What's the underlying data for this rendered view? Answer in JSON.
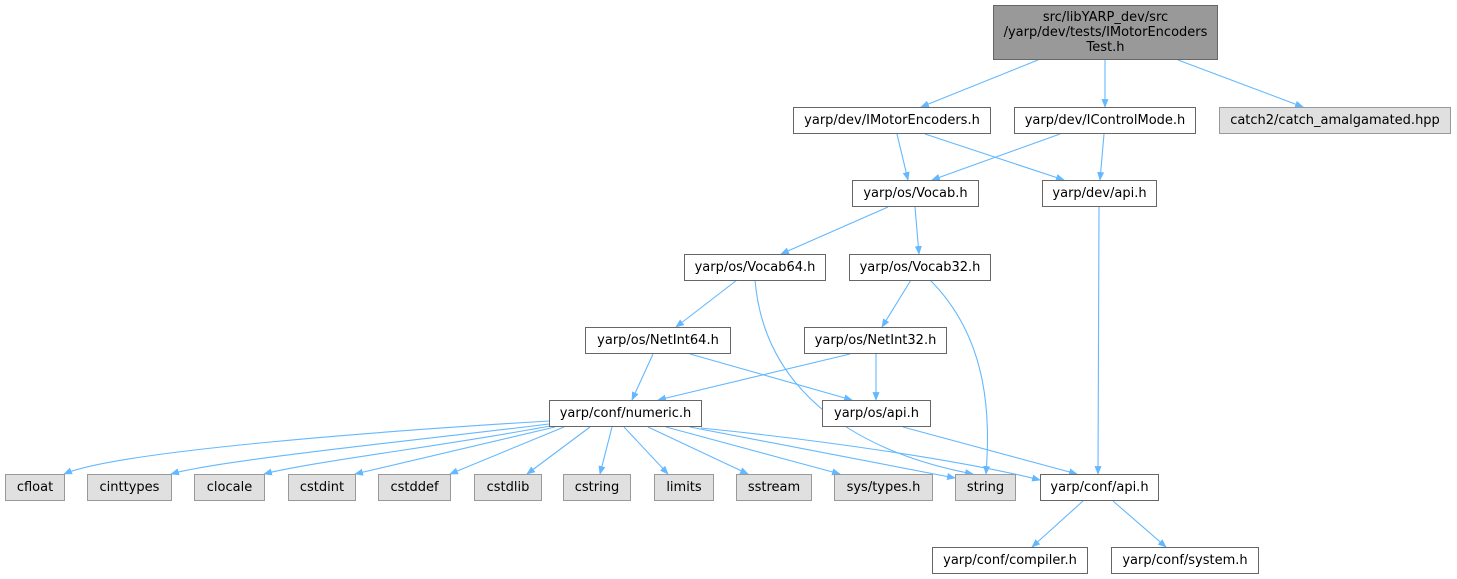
{
  "diagram": {
    "colors": {
      "root_fill": "#999999",
      "root_stroke": "#666666",
      "header_fill": "#ffffff",
      "header_stroke": "#666666",
      "system_fill": "#e0e0e0",
      "system_stroke": "#999999",
      "edge": "#63b8ff"
    },
    "nodes": [
      {
        "id": "root",
        "kind": "root",
        "label": [
          "src/libYARP_dev/src",
          "/yarp/dev/tests/IMotorEncoders",
          "Test.h"
        ]
      },
      {
        "id": "imotorencoders",
        "kind": "header",
        "label": [
          "yarp/dev/IMotorEncoders.h"
        ]
      },
      {
        "id": "icontrolmode",
        "kind": "header",
        "label": [
          "yarp/dev/IControlMode.h"
        ]
      },
      {
        "id": "catch2",
        "kind": "system",
        "label": [
          "catch2/catch_amalgamated.hpp"
        ]
      },
      {
        "id": "vocab",
        "kind": "header",
        "label": [
          "yarp/os/Vocab.h"
        ]
      },
      {
        "id": "devapi",
        "kind": "header",
        "label": [
          "yarp/dev/api.h"
        ]
      },
      {
        "id": "vocab64",
        "kind": "header",
        "label": [
          "yarp/os/Vocab64.h"
        ]
      },
      {
        "id": "vocab32",
        "kind": "header",
        "label": [
          "yarp/os/Vocab32.h"
        ]
      },
      {
        "id": "netint64",
        "kind": "header",
        "label": [
          "yarp/os/NetInt64.h"
        ]
      },
      {
        "id": "netint32",
        "kind": "header",
        "label": [
          "yarp/os/NetInt32.h"
        ]
      },
      {
        "id": "numeric",
        "kind": "header",
        "label": [
          "yarp/conf/numeric.h"
        ]
      },
      {
        "id": "osapi",
        "kind": "header",
        "label": [
          "yarp/os/api.h"
        ]
      },
      {
        "id": "cfloat",
        "kind": "system",
        "label": [
          "cfloat"
        ]
      },
      {
        "id": "cinttypes",
        "kind": "system",
        "label": [
          "cinttypes"
        ]
      },
      {
        "id": "clocale",
        "kind": "system",
        "label": [
          "clocale"
        ]
      },
      {
        "id": "cstdint",
        "kind": "system",
        "label": [
          "cstdint"
        ]
      },
      {
        "id": "cstddef",
        "kind": "system",
        "label": [
          "cstddef"
        ]
      },
      {
        "id": "cstdlib",
        "kind": "system",
        "label": [
          "cstdlib"
        ]
      },
      {
        "id": "cstring",
        "kind": "system",
        "label": [
          "cstring"
        ]
      },
      {
        "id": "limits",
        "kind": "system",
        "label": [
          "limits"
        ]
      },
      {
        "id": "sstream",
        "kind": "system",
        "label": [
          "sstream"
        ]
      },
      {
        "id": "systypes",
        "kind": "system",
        "label": [
          "sys/types.h"
        ]
      },
      {
        "id": "string",
        "kind": "system",
        "label": [
          "string"
        ]
      },
      {
        "id": "confapi",
        "kind": "header",
        "label": [
          "yarp/conf/api.h"
        ]
      },
      {
        "id": "compiler",
        "kind": "header",
        "label": [
          "yarp/conf/compiler.h"
        ]
      },
      {
        "id": "system",
        "kind": "header",
        "label": [
          "yarp/conf/system.h"
        ]
      }
    ],
    "edges": [
      {
        "from": "root",
        "to": "imotorencoders"
      },
      {
        "from": "root",
        "to": "icontrolmode"
      },
      {
        "from": "root",
        "to": "catch2"
      },
      {
        "from": "imotorencoders",
        "to": "vocab"
      },
      {
        "from": "imotorencoders",
        "to": "devapi"
      },
      {
        "from": "icontrolmode",
        "to": "vocab"
      },
      {
        "from": "icontrolmode",
        "to": "devapi"
      },
      {
        "from": "vocab",
        "to": "vocab64"
      },
      {
        "from": "vocab",
        "to": "vocab32"
      },
      {
        "from": "devapi",
        "to": "confapi"
      },
      {
        "from": "vocab64",
        "to": "netint64"
      },
      {
        "from": "vocab64",
        "to": "string"
      },
      {
        "from": "vocab32",
        "to": "netint32"
      },
      {
        "from": "vocab32",
        "to": "string"
      },
      {
        "from": "netint64",
        "to": "numeric"
      },
      {
        "from": "netint64",
        "to": "osapi"
      },
      {
        "from": "netint32",
        "to": "numeric"
      },
      {
        "from": "netint32",
        "to": "osapi"
      },
      {
        "from": "osapi",
        "to": "confapi"
      },
      {
        "from": "numeric",
        "to": "cfloat"
      },
      {
        "from": "numeric",
        "to": "cinttypes"
      },
      {
        "from": "numeric",
        "to": "clocale"
      },
      {
        "from": "numeric",
        "to": "cstdint"
      },
      {
        "from": "numeric",
        "to": "cstddef"
      },
      {
        "from": "numeric",
        "to": "cstdlib"
      },
      {
        "from": "numeric",
        "to": "cstring"
      },
      {
        "from": "numeric",
        "to": "limits"
      },
      {
        "from": "numeric",
        "to": "sstream"
      },
      {
        "from": "numeric",
        "to": "systypes"
      },
      {
        "from": "numeric",
        "to": "string"
      },
      {
        "from": "numeric",
        "to": "confapi"
      },
      {
        "from": "confapi",
        "to": "compiler"
      },
      {
        "from": "confapi",
        "to": "system"
      }
    ]
  }
}
